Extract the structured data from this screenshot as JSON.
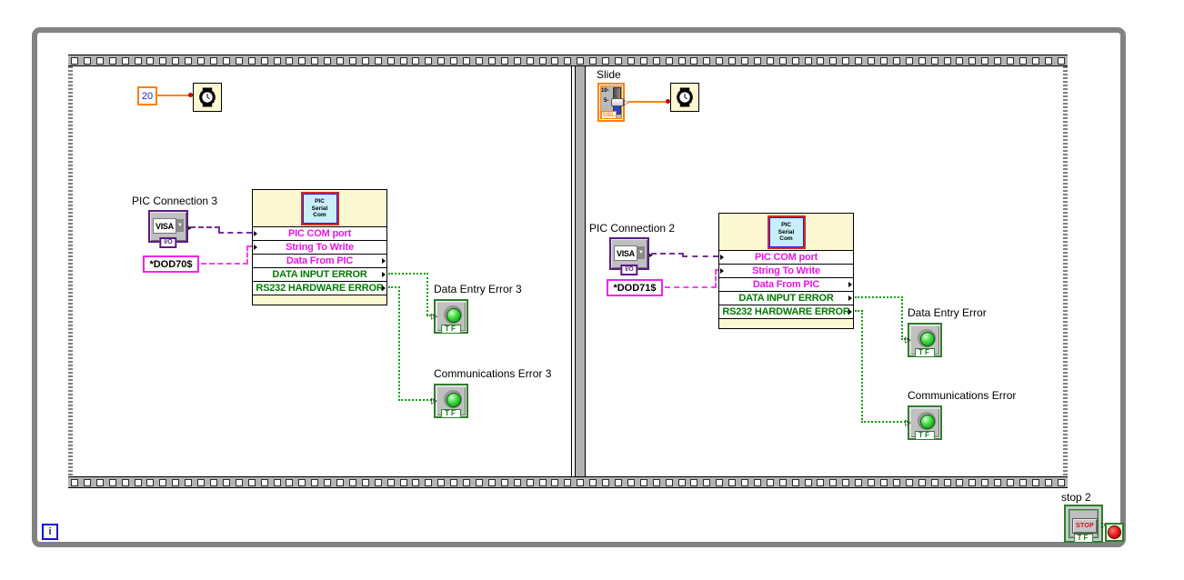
{
  "loop": {
    "iteration_terminal": "i"
  },
  "subvi": {
    "icon_line1": "PIC",
    "icon_line2": "Serial",
    "icon_line3": "Com",
    "rows": [
      {
        "label": "PIC COM port",
        "type": "string",
        "dir": "in"
      },
      {
        "label": "String To Write",
        "type": "string",
        "dir": "in"
      },
      {
        "label": "Data From PIC",
        "type": "string",
        "dir": "out"
      },
      {
        "label": "DATA INPUT ERROR",
        "type": "boolean",
        "dir": "out"
      },
      {
        "label": "RS232 HARDWARE ERROR",
        "type": "boolean",
        "dir": "out"
      }
    ]
  },
  "frames": [
    {
      "wait_constant": "20",
      "visa": {
        "label": "PIC Connection 3",
        "text": "VISA",
        "tab": "I/O"
      },
      "command": "*DOD70$",
      "indicators": [
        {
          "label": "Data Entry Error 3",
          "tf": "TF"
        },
        {
          "label": "Communications Error 3",
          "tf": "TF"
        }
      ]
    },
    {
      "slider": {
        "label": "Slide",
        "tick_top": "10-",
        "tick_mid": "5-",
        "type_label": "DBL"
      },
      "visa": {
        "label": "PIC Connection 2",
        "text": "VISA",
        "tab": "I/O"
      },
      "command": "*DOD71$",
      "indicators": [
        {
          "label": "Data Entry Error",
          "tf": "TF"
        },
        {
          "label": "Communications Error",
          "tf": "TF"
        }
      ]
    }
  ],
  "stop": {
    "label": "stop 2",
    "button": "STOP",
    "tf": "TF"
  },
  "colors": {
    "numeric_orange": "#FF8000",
    "wire_orange": "#FF8414",
    "string_pink": "#F243F2",
    "visa_purple": "#7A2E96",
    "boolean_green_wire": "#00A400",
    "row_text_magenta": "#E617E6",
    "row_text_green": "#007C00",
    "terminal_border_green": "#2E7D2E",
    "structure_gray": "#828282",
    "node_yellow": "#FBF8D2",
    "led_green": "#49E049",
    "stop_red": "#D01010"
  }
}
